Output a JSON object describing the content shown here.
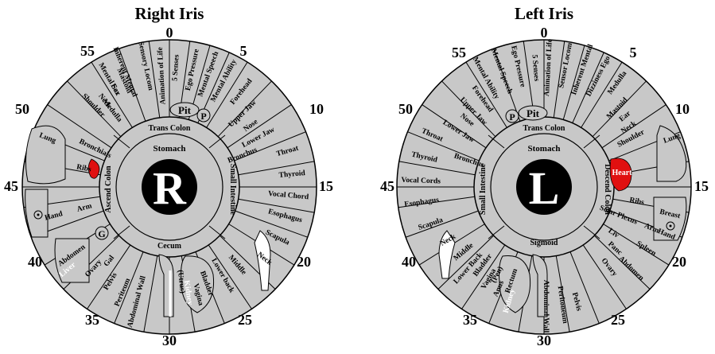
{
  "colors": {
    "disc": "#c8c8c8",
    "stroke": "#000000",
    "pupil": "#000000",
    "heart": "#e01010",
    "organ_fill": "#bdbdbd"
  },
  "irises": [
    {
      "title": "Right Iris",
      "center_letter": "R",
      "clock_numbers": [
        "0",
        "5",
        "10",
        "15",
        "20",
        "25",
        "30",
        "35",
        "40",
        "45",
        "50",
        "55"
      ],
      "top_ring_label": "Trans Colon",
      "bottom_ring_label": "Cecum",
      "stomach_label": "Stomach",
      "left_ring_label": "Ascend Colon",
      "right_ring_label": "Small Intestine",
      "top_small": [
        "Pit",
        "P"
      ],
      "sectors": [
        "Animation of Life",
        "5 Senses",
        "Ego Pressure",
        "Mental Speech",
        "Mental Ability",
        "Forehead",
        "Upper Jaw",
        "Nose",
        "Lower Jaw",
        "Throat",
        "Thyroid",
        "Vocal Chord",
        "Esophagus",
        "Scapula",
        "Neck",
        "Middle",
        "Lower back",
        "Bladder",
        "Vagina",
        "(Utrus)",
        "Kidney",
        "Abdominal Wall",
        "Periteum",
        "Pelvis",
        "Ovary",
        "Liver",
        "Abdomen",
        "G",
        "Hand",
        "Arm",
        "Ribs",
        "Bronchials",
        "Lung",
        "Shoulder",
        "Neck",
        "Ear",
        "Mastoid",
        "Medulla",
        "Mental Sex",
        "Inherent Mental",
        "Sensory Locom",
        "Bronchus",
        "Gal"
      ]
    },
    {
      "title": "Left Iris",
      "center_letter": "L",
      "clock_numbers": [
        "0",
        "5",
        "10",
        "15",
        "20",
        "25",
        "30",
        "35",
        "40",
        "45",
        "50",
        "55"
      ],
      "top_ring_label": "Trans Colon",
      "bottom_ring_label": "Sigmoid",
      "stomach_label": "Stomach",
      "left_ring_label": "Small Intestine",
      "right_ring_label": "Descend Colon",
      "top_small": [
        "Pit",
        "P"
      ],
      "sectors": [
        "Animation of Life",
        "Sensor Locom",
        "Inherent Mental",
        "Dizziness Ego",
        "Medulla",
        "Mastoid",
        "Ear",
        "Neck",
        "Shoulder",
        "Lung",
        "Heart",
        "Breast",
        "Ribs",
        "Spleen",
        "Arm",
        "Hand",
        "Abdomen",
        "Ovary",
        "Panc",
        "Liv",
        "Pelvis",
        "Peritoneum",
        "Abdominal Wall",
        "Kidney",
        "Anus",
        "Rectum",
        "Vagina",
        "(Pen)",
        "Bladder",
        "Lower Back",
        "Middle",
        "Neck",
        "Scapula",
        "Esophagus",
        "Vocal Cords",
        "Thyroid",
        "Throat",
        "Lower Jaw",
        "Nose",
        "Upper Jaw",
        "Forehead",
        "Mental Ability",
        "Mental Speech",
        "Ego Pressure",
        "5 Senses",
        "Bronchus",
        "Solar Plexus"
      ]
    }
  ]
}
